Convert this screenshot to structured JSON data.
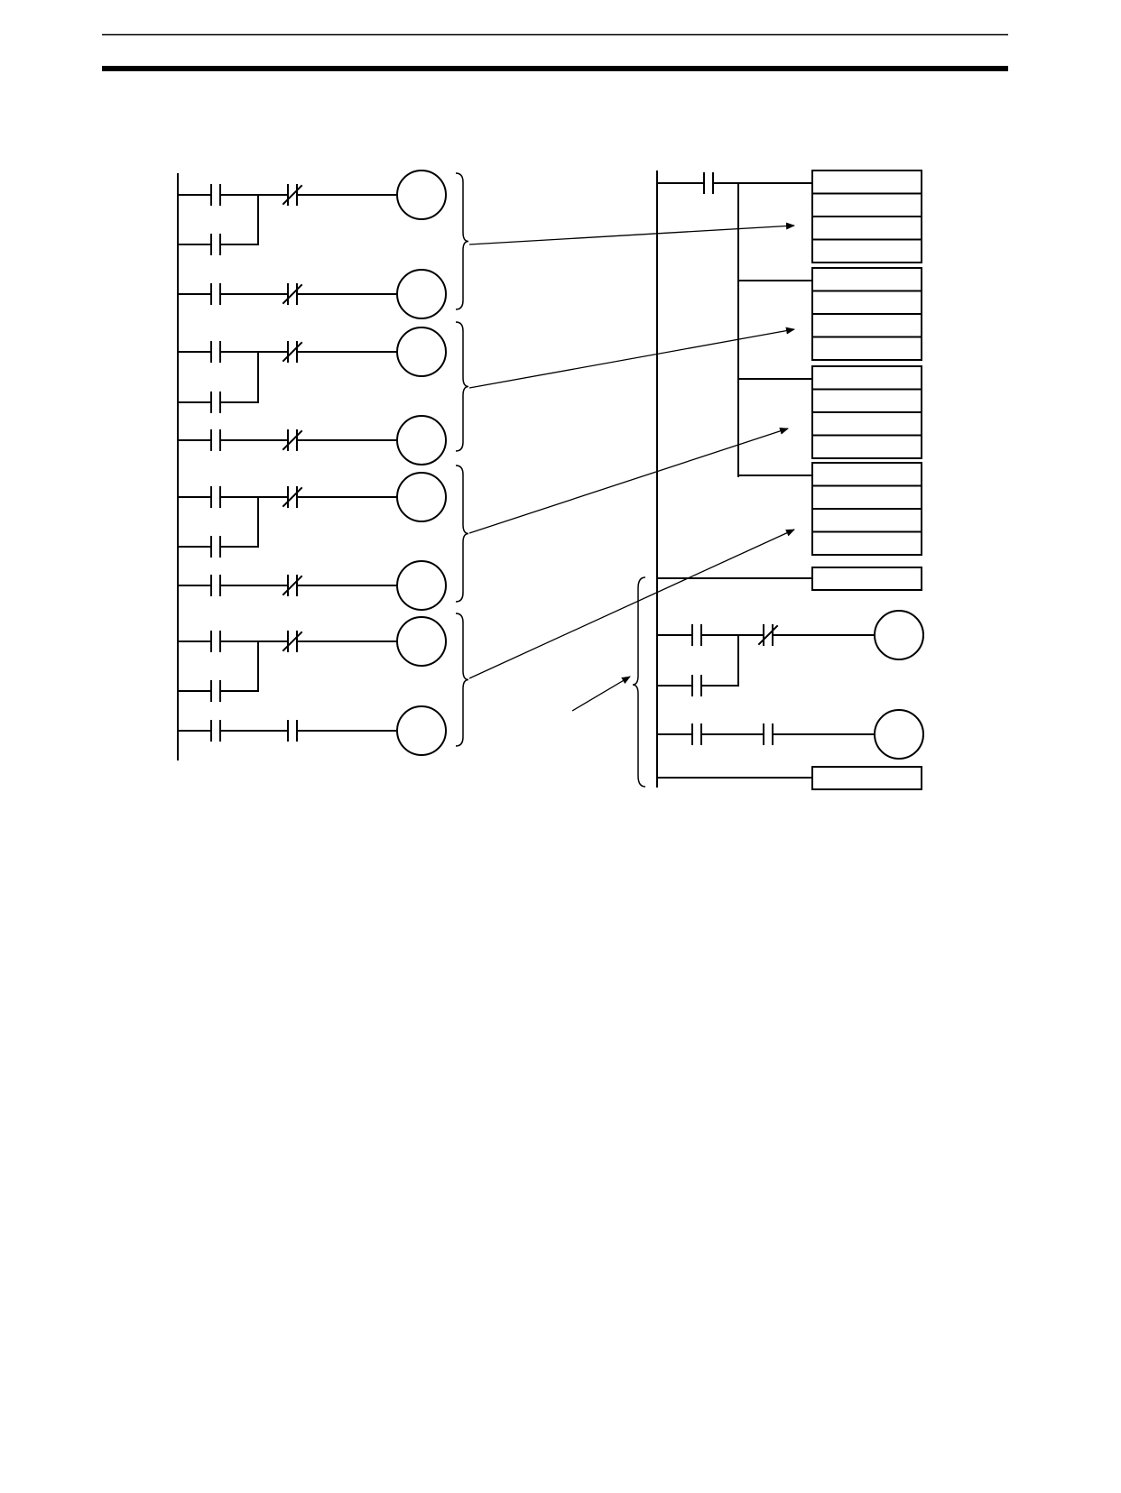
{
  "page": {
    "header_rule": "thin",
    "header_band": "thick"
  },
  "diagram": {
    "kind": "ladder-logic",
    "left_program": {
      "groups": [
        {
          "rungs": [
            {
              "contacts": [
                "NO",
                "NC"
              ],
              "branch": "NO",
              "output": "coil"
            },
            {
              "contacts": [
                "NO",
                "NC"
              ],
              "output": "coil"
            }
          ]
        },
        {
          "rungs": [
            {
              "contacts": [
                "NO",
                "NC"
              ],
              "branch": "NO",
              "output": "coil"
            },
            {
              "contacts": [
                "NO",
                "NC"
              ],
              "output": "coil"
            }
          ]
        },
        {
          "rungs": [
            {
              "contacts": [
                "NO",
                "NC"
              ],
              "branch": "NO",
              "output": "coil"
            },
            {
              "contacts": [
                "NO",
                "NC"
              ],
              "output": "coil"
            }
          ]
        },
        {
          "rungs": [
            {
              "contacts": [
                "NO",
                "NC"
              ],
              "branch": "NO",
              "output": "coil"
            },
            {
              "contacts": [
                "NO",
                "NO"
              ],
              "output": "coil"
            }
          ]
        }
      ]
    },
    "right_program": {
      "instruction_blocks": 4,
      "rows_per_block": 4,
      "tail_rungs": [
        {
          "output": "instruction-box"
        },
        {
          "contacts": [
            "NO",
            "NC"
          ],
          "branch": "NO",
          "output": "coil"
        },
        {
          "contacts": [
            "NO",
            "NO"
          ],
          "output": "coil"
        },
        {
          "output": "instruction-box"
        }
      ]
    }
  }
}
